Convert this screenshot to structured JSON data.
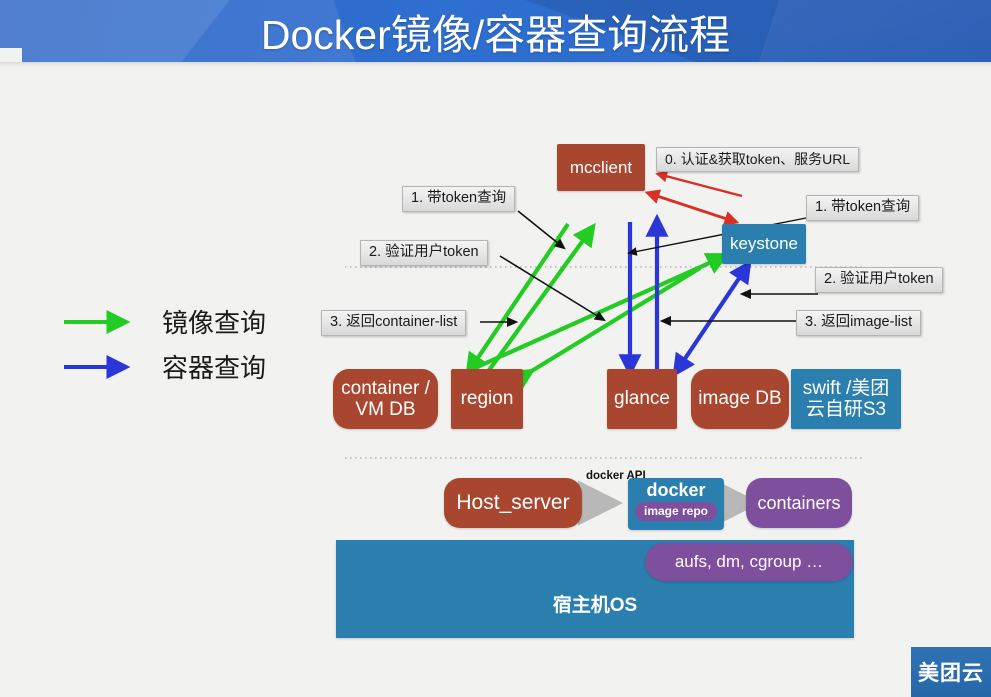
{
  "slide": {
    "title": "Docker镜像/容器查询流程",
    "brand_logo": "美团云",
    "accent_blue": "#2b66c8",
    "box_red": "#a9462f",
    "box_blue": "#2b7fae",
    "box_purple": "#7d4f9c",
    "arrow_green": "#22cc22",
    "arrow_blue": "#2a36d8",
    "arrow_red": "#d93025",
    "arrow_black": "#111111"
  },
  "legend": {
    "items": [
      {
        "color": "#22cc22",
        "label": "镜像查询"
      },
      {
        "color": "#2a36d8",
        "label": "容器查询"
      }
    ]
  },
  "nodes": {
    "mcclient": "mcclient",
    "keystone": "keystone",
    "container_vm_db": "container / VM DB",
    "region": "region",
    "glance": "glance",
    "image_db": "image DB",
    "swift": "swift /美团云自研S3",
    "host_server": "Host_server",
    "docker": "docker",
    "image_repo": "image repo",
    "containers": "containers",
    "host_os": "宿主机OS",
    "kernel_features": "aufs, dm, cgroup …",
    "docker_api": "docker API"
  },
  "annotations": {
    "auth_token": "0. 认证&获取token、服务URL",
    "query_with_token_left": "1. 带token查询",
    "verify_user_token_left": "2. 验证用户token",
    "return_container_list": "3. 返回container-list",
    "query_with_token_right": "1. 带token查询",
    "verify_user_token_right": "2. 验证用户token",
    "return_image_list": "3. 返回image-list"
  }
}
